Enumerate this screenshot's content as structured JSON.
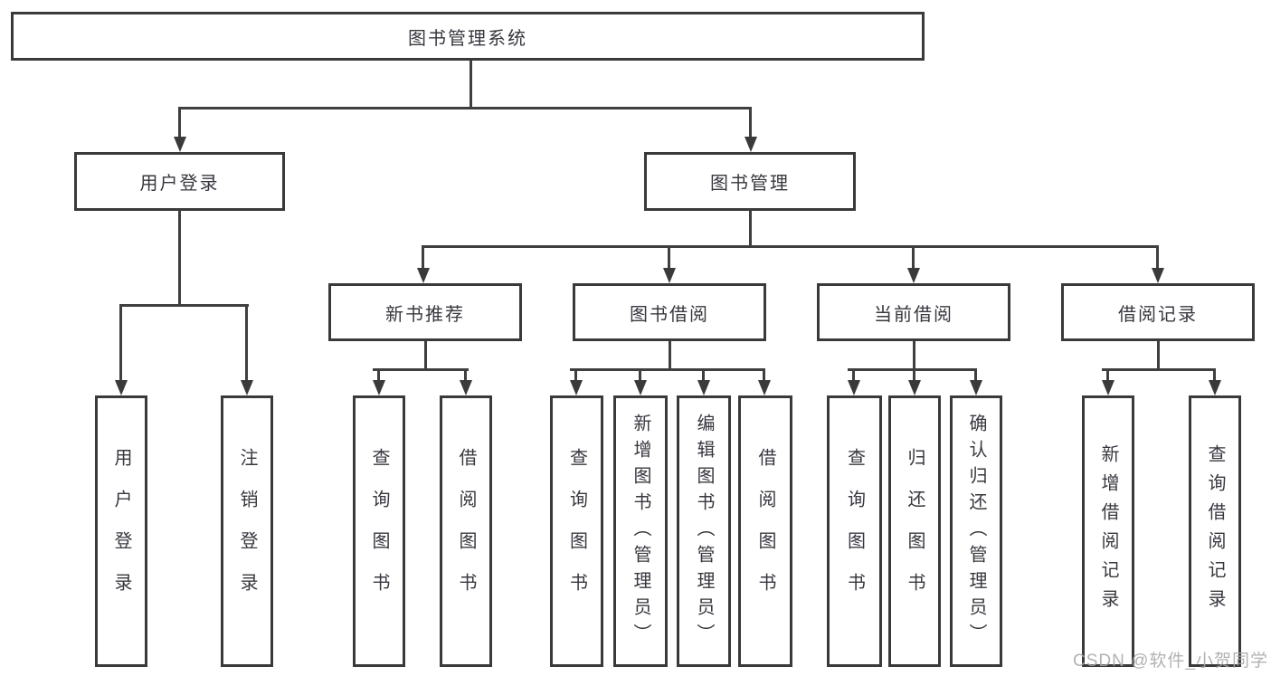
{
  "tree": {
    "root": {
      "label": "图书管理系统"
    },
    "branches": [
      {
        "label": "用户登录",
        "children": [
          {
            "label": "用户登录"
          },
          {
            "label": "注销登录"
          }
        ]
      },
      {
        "label": "图书管理",
        "children": [
          {
            "label": "新书推荐",
            "children": [
              {
                "label": "查询图书"
              },
              {
                "label": "借阅图书"
              }
            ]
          },
          {
            "label": "图书借阅",
            "children": [
              {
                "label": "查询图书"
              },
              {
                "label": "新增图书（管理员）"
              },
              {
                "label": "编辑图书（管理员）"
              },
              {
                "label": "借阅图书"
              }
            ]
          },
          {
            "label": "当前借阅",
            "children": [
              {
                "label": "查询图书"
              },
              {
                "label": "归还图书"
              },
              {
                "label": "确认归还（管理员）"
              }
            ]
          },
          {
            "label": "借阅记录",
            "children": [
              {
                "label": "新增借阅记录"
              },
              {
                "label": "查询借阅记录"
              }
            ]
          }
        ]
      }
    ]
  },
  "watermark": {
    "text": "CSDN @软件_小贺同学"
  },
  "colors": {
    "background": "#ffffff",
    "box_border": "#3a3a3a",
    "box_fill": "#ffffff",
    "line": "#3f3f3f",
    "text": "#37373f",
    "watermark": "#a8a8a8"
  }
}
